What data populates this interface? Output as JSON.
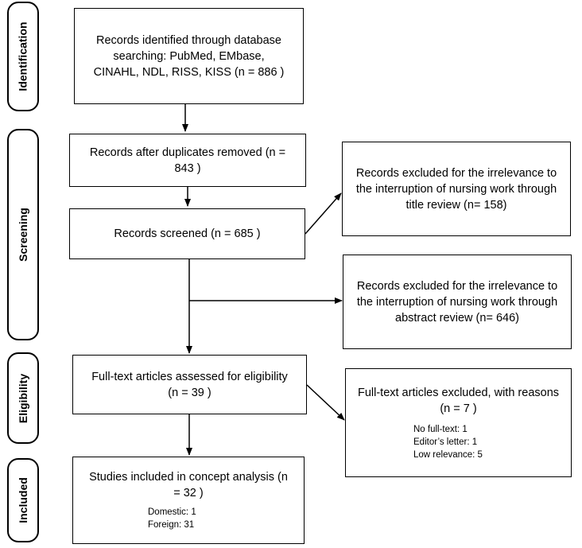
{
  "phases": {
    "identification": "Identification",
    "screening": "Screening",
    "eligibility": "Eligibility",
    "included": "Included"
  },
  "boxes": {
    "identified": "Records identified through database searching: PubMed, EMbase, CINAHL, NDL, RISS, KISS (n =  886 )",
    "duplicates_removed": "Records after duplicates removed (n =  843 )",
    "screened": "Records screened (n =  685 )",
    "excluded_title": "Records excluded for the irrelevance to the interruption of nursing work through title review (n= 158)",
    "excluded_abstract": "Records excluded for the irrelevance to the interruption of nursing work through abstract review (n= 646)",
    "fulltext_assessed": "Full-text articles assessed for eligibility (n =  39 )",
    "fulltext_excluded": {
      "title": "Full-text articles excluded, with reasons  (n =  7 )",
      "reasons": [
        "No full-text: 1",
        "Editor’s letter: 1",
        "Low relevance: 5"
      ]
    },
    "included": {
      "title": "Studies included in concept analysis (n =  32 )",
      "details": [
        "Domestic: 1",
        "Foreign: 31"
      ]
    }
  }
}
